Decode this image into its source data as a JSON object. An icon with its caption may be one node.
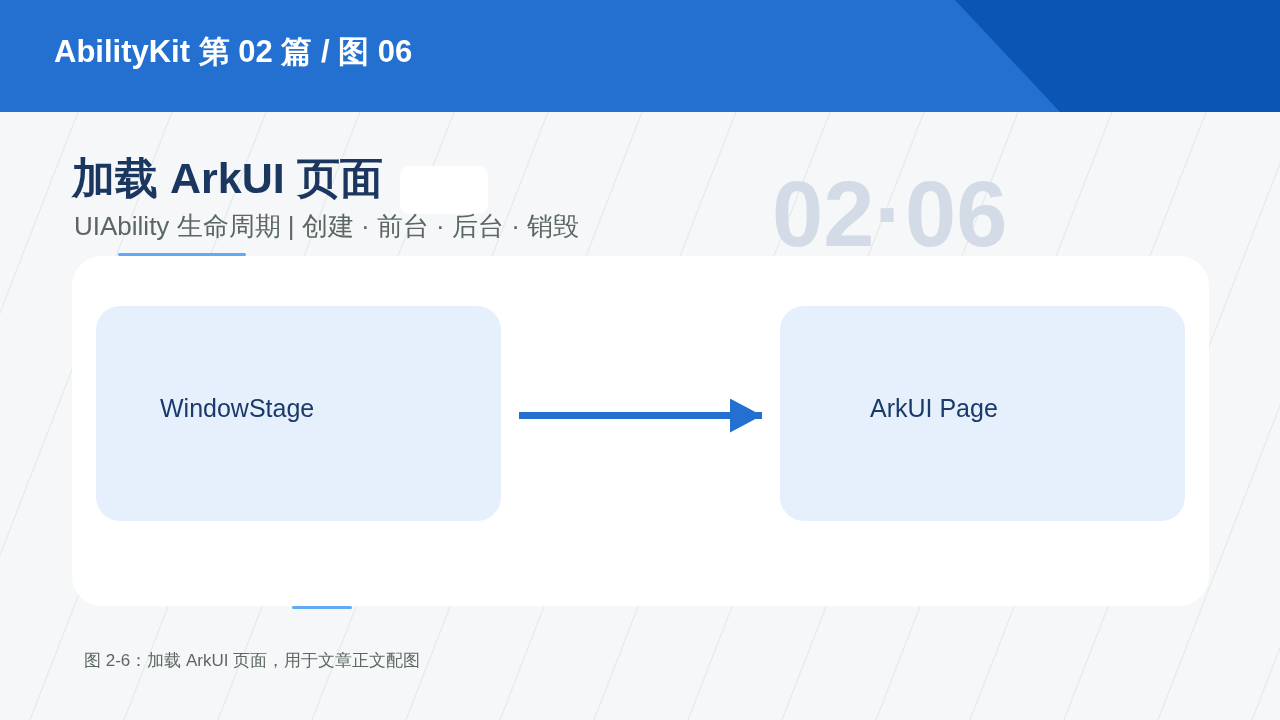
{
  "diagram": {
    "title": "加载 ArkUI 页面",
    "caption": "图 2-6：加载 ArkUI 页面，用于文章正文配图",
    "nodes": [
      {
        "text": [
          "WindowStage"
        ]
      },
      {
        "text": [
          "ArkUI Page"
        ]
      }
    ],
    "edges": [
      {
        "from": 0,
        "to": 1,
        "arrow": "to"
      }
    ],
    "labels": [
      "AbilityKit 第 02 篇 / 图 06",
      "UIAbility 生命周期 | 创建 · 前台 · 后台 · 销毁",
      "02·06"
    ]
  }
}
